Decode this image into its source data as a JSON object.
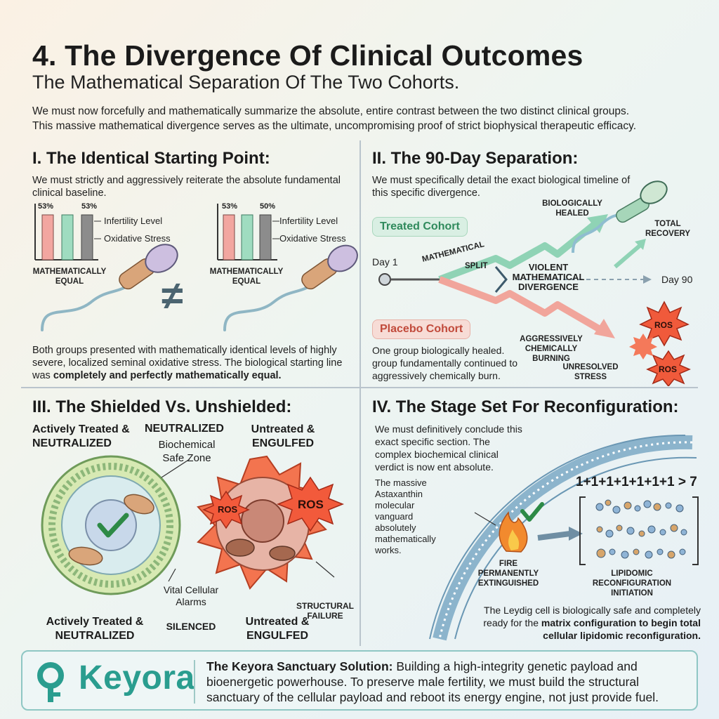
{
  "header": {
    "title": "4. The Divergence Of Clinical Outcomes",
    "subtitle": "The Mathematical Separation Of The Two Cohorts.",
    "intro_line1": "We must now forcefully and mathematically summarize the absolute, entire contrast between the two distinct clinical groups.",
    "intro_line2": "This massive mathematical divergence serves as the ultimate, uncompromising proof of strict biophysical therapeutic efficacy."
  },
  "section1": {
    "title": "I. The Identical Starting Point:",
    "desc": "We must strictly and aggressively reiterate the absolute fundamental clinical baseline.",
    "left_bars": {
      "label_a": "53%",
      "label_b": "53%"
    },
    "right_bars": {
      "label_a": "53%",
      "label_b": "50%"
    },
    "legend_infertility": "Infertility Level",
    "legend_oxidative": "Oxidative Stress",
    "equal_label": "MATHEMATICALLY EQUAL",
    "not_equal_symbol": "≠",
    "body_plain": "Both groups presented with mathematically identical levels of highly severe, localized seminal oxidative stress. The biological starting line was ",
    "body_bold": "completely and perfectly mathematically equal."
  },
  "section2": {
    "title": "II. The 90-Day Separation:",
    "desc": "We must specifically detail the exact biological timeline of this specific divergence.",
    "treated": "Treated Cohort",
    "placebo": "Placebo Cohort",
    "day1": "Day 1",
    "day90": "Day 90",
    "mathematical": "MATHEMATICAL",
    "split": "SPLIT",
    "violent_divergence": "VIOLENT MATHEMATICAL DIVERGENCE",
    "biologically_healed": "BIOLOGICALLY HEALED",
    "total_recovery": "TOTAL RECOVERY",
    "aggressively_burning": "AGGRESSIVELY CHEMICALLY BURNING",
    "unresolved_stress": "UNRESOLVED STRESS",
    "ros": "ROS",
    "body": "One group biologically healed. group fundamentally continued to aggressively chemically burn."
  },
  "section3": {
    "title": "III. The Shielded Vs. Unshielded:",
    "top_left": "Actively Treated & NEUTRALIZED",
    "neutralized": "NEUTRALIZED",
    "safe_zone": "Biochemical Safe Zone",
    "top_right": "Untreated & ENGULFED",
    "ros": "ROS",
    "vital_alarms": "Vital Cellular Alarms",
    "silenced": "SILENCED",
    "structural_failure": "STRUCTURAL FAILURE",
    "bottom_left": "Actively Treated & NEUTRALIZED",
    "bottom_right": "Untreated & ENGULFED"
  },
  "section4": {
    "title": "IV. The Stage Set For Reconfiguration:",
    "desc": "We must definitively conclude this exact specific section. The complex biochemical clinical verdict is now ent absolute.",
    "vanguard": "The massive Astaxanthin molecular vanguard absolutely mathematically works.",
    "equation": "1+1+1+1+1+1+1 > 7",
    "fire": "FIRE PERMANENTLY EXTINGUISHED",
    "lipidomic": "LIPIDOMIC RECONFIGURATION INITIATION",
    "body_plain": "The Leydig cell is biologically safe and completely ready for the ",
    "body_bold": "matrix configuration to begin total cellular lipidomic reconfiguration."
  },
  "footer": {
    "brand": "Keyora",
    "lead": "The Keyora Sanctuary Solution:",
    "text": " Building a high-integrity genetic payload and bioenergetic powerhouse. To preserve male fertility, we must build the structural sanctuary of the cellular payload and reboot its energy engine, not just provide fuel."
  },
  "colors": {
    "treated_green": "#2f8a5c",
    "placebo_red": "#c14a3b",
    "brand_teal": "#2a9d8f",
    "bar_red": "#f2a6a0",
    "bar_green": "#9fdcc0",
    "bar_gray": "#8c8c8c"
  }
}
